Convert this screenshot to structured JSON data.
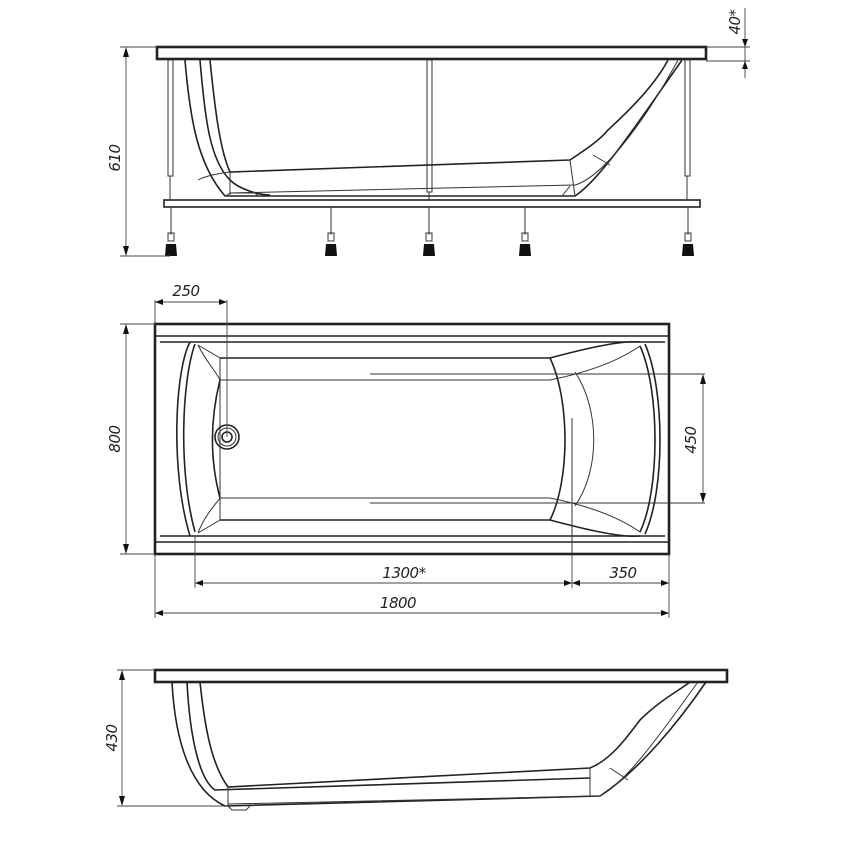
{
  "drawing": {
    "subject": "bathtub technical drawing",
    "views": [
      {
        "id": "front-with-frame",
        "label": "Front view with support frame"
      },
      {
        "id": "top",
        "label": "Top view"
      },
      {
        "id": "front-bare",
        "label": "Front view without frame"
      }
    ]
  },
  "dimensions": {
    "rim_thickness": "40*",
    "total_height_with_frame": "610",
    "drain_offset": "250",
    "width": "800",
    "headrest_width": "450",
    "bottom_length": "1300*",
    "headrest_length": "350",
    "total_length": "1800",
    "tub_depth": "430"
  }
}
